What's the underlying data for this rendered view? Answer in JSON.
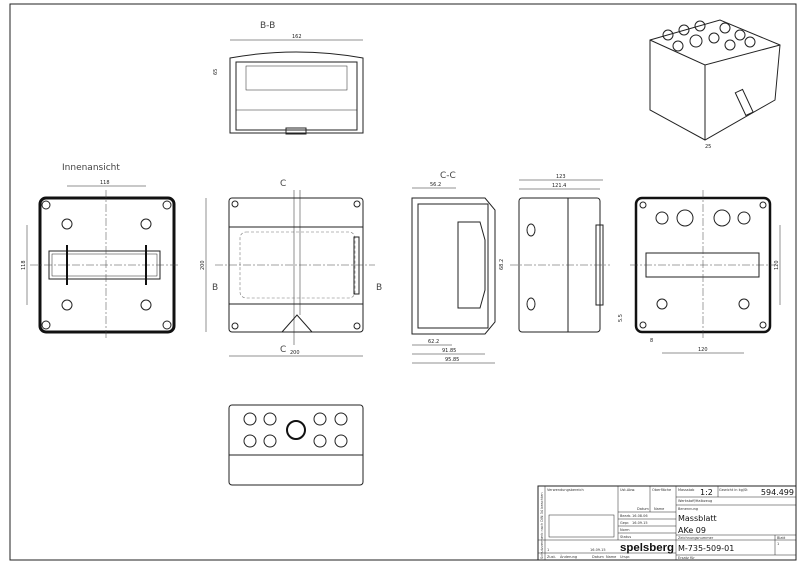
{
  "views": {
    "bb": "B-B",
    "cc": "C-C",
    "inner": "Innenansicht",
    "sec_c": "C",
    "sec_b": "B"
  },
  "dims": {
    "bb_width": "162",
    "bb_height": "65",
    "inner_w": "118",
    "inner_h": "118",
    "front_h": "200",
    "front_w": "200",
    "cc_top": "56.2",
    "cc_mid": "68.2",
    "cc_b1": "62.2",
    "cc_b2": "91.85",
    "cc_b3": "95.85",
    "side_w1": "123",
    "side_w2": "121.4",
    "back_w": "120",
    "back_h": "120",
    "back_a": "5.5",
    "back_b": "8",
    "iso": "25"
  },
  "title_block": {
    "usage": "Verwendungsbereich",
    "tol": "Ust.Abw.",
    "surface": "Oberfläche",
    "scale_label": "Massstab",
    "scale": "1:2",
    "weight_label": "Gewicht in kg/St",
    "weight": "594.499",
    "material": "Werkstoff/Halbzeug",
    "name_label": "Benennung",
    "name1": "Massblatt",
    "name2": "AKe 09",
    "drawno_label": "Zeichnungsnummer",
    "drawno": "M-735-509-01",
    "sheet_label": "Blatt",
    "sheet": "1",
    "company": "spelsberg",
    "date": "Datum",
    "namecol": "Name",
    "bearb": "Bearb.",
    "bearb_date": "16.08.06",
    "gepr": "Gepr.",
    "gepr_date": "16.09.15",
    "norm": "Norm",
    "status": "Status",
    "zust": "Zust.",
    "change": "Änderung",
    "urspr": "Urspr.",
    "ersatz": "Ersatz für",
    "rev": "1",
    "rev_date": "16.09.15",
    "note": "Schutzvermerk nach DIN 34 beachten"
  }
}
